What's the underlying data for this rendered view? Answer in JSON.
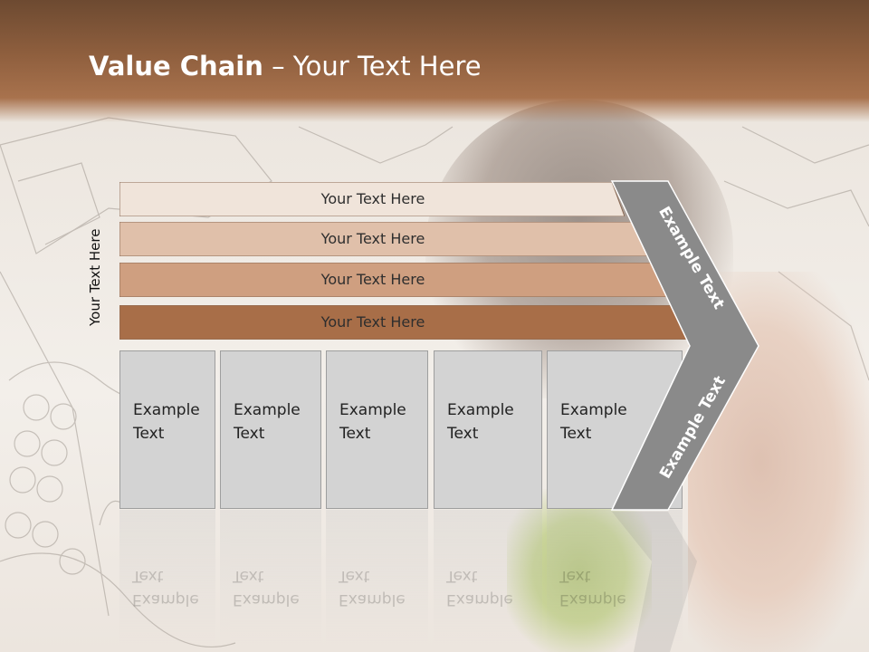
{
  "title": {
    "bold": "Value Chain",
    "rest": " – Your Text Here"
  },
  "side_label": "Your Text Here",
  "bars": [
    {
      "label": "Your Text Here",
      "color": "#f0e4da"
    },
    {
      "label": "Your Text Here",
      "color": "#e0c0aa"
    },
    {
      "label": "Your Text Here",
      "color": "#cf9f80"
    },
    {
      "label": "Your Text Here",
      "color": "#a86e48"
    }
  ],
  "boxes": [
    {
      "label": "Example\nText"
    },
    {
      "label": "Example\nText"
    },
    {
      "label": "Example\nText"
    },
    {
      "label": "Example\nText"
    },
    {
      "label": "Example\nText"
    }
  ],
  "chevron": {
    "upper_text": "Example Text",
    "lower_text": "Example Text",
    "color": "#8a8a8a"
  }
}
